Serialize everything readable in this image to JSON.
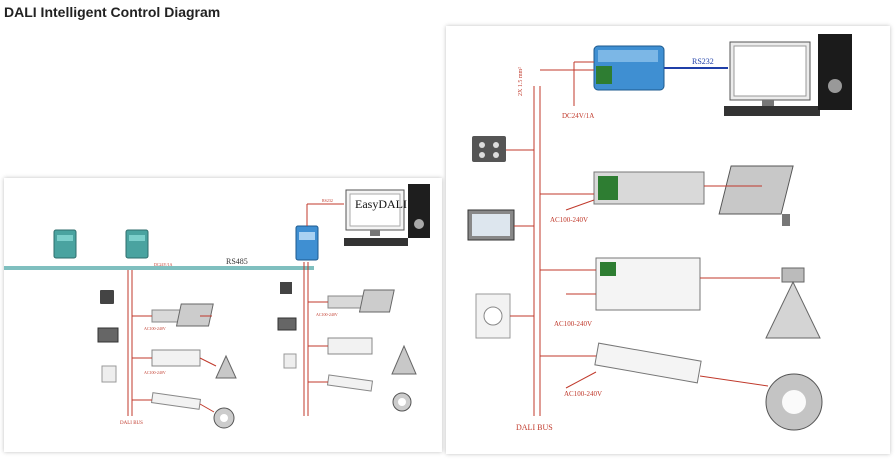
{
  "page": {
    "title": "DALI Intelligent Control Diagram"
  },
  "left_diagram": {
    "software_label": "EasyDALI",
    "bus_label": "RS485",
    "feed_label": "DC24V/1A",
    "gw_label": "RS232",
    "ac_labels": [
      "AC100-240V",
      "AC100-240V",
      "AC100-240V"
    ],
    "dali_bus_label": "DALI BUS"
  },
  "right_diagram": {
    "rs232_label": "RS232",
    "power_label": "DC24V/1A",
    "wire_label": "2X 1.5 mm²",
    "ac_labels": [
      "AC100-240V",
      "AC100-240V",
      "AC100-240V"
    ],
    "dali_bus_label": "DALI BUS"
  },
  "colors": {
    "bus_red": "#c0392b",
    "gateway_blue": "#3f8fd2",
    "teal_module": "#4aa3a0",
    "driver_gray": "#d9d9d9"
  }
}
